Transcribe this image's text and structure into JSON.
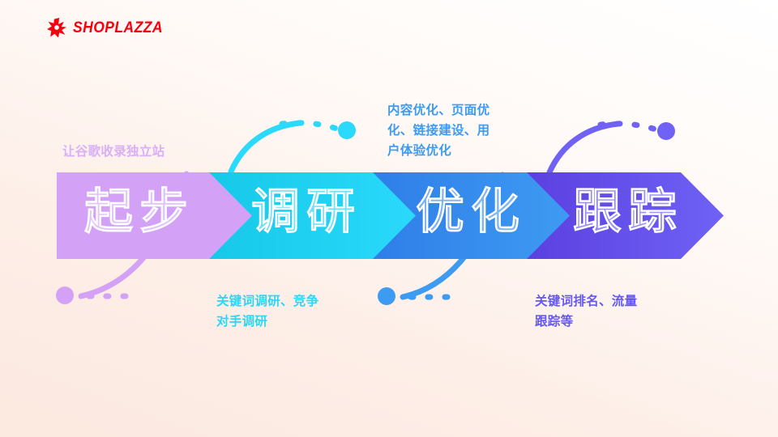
{
  "brand": {
    "name": "SHOPLAZZA",
    "mark_icon": "shoplazza-flower-icon",
    "color": "#f5000f"
  },
  "background": {
    "from": "#ffffff",
    "to": "#fce9e0"
  },
  "process": {
    "stages": [
      {
        "key": "start",
        "label": "起步",
        "note": "让谷歌收录独立站",
        "color": "#d3a2f7",
        "color_end": "#d3a2f7",
        "note_color": "#dbaef8",
        "connector": "below"
      },
      {
        "key": "research",
        "label": "调研",
        "note": "关键词调研、竞争\n对手调研",
        "color": "#16c8e8",
        "color_end": "#2ad9fb",
        "note_color": "#2ad7f7",
        "connector": "above"
      },
      {
        "key": "optimize",
        "label": "优化",
        "note": "内容优化、页面优\n化、链接建设、用\n户体验优化",
        "color": "#2f7de8",
        "color_end": "#3d9bf2",
        "note_color": "#3d9bf2",
        "connector": "below"
      },
      {
        "key": "track",
        "label": "跟踪",
        "note": "关键词排名、流量\n跟踪等",
        "color": "#5b3fe0",
        "color_end": "#6f62f5",
        "note_color": "#6559ef",
        "connector": "above"
      }
    ]
  },
  "connectors": [
    {
      "key": "start-connector",
      "color": "#d3a2f7",
      "dot_color": "#d3a2f7"
    },
    {
      "key": "research-connector",
      "color": "#2ad9fb",
      "dot_color": "#2ad9fb"
    },
    {
      "key": "optimize-connector",
      "color": "#3d9bf2",
      "dot_color": "#3d9bf2"
    },
    {
      "key": "track-connector",
      "color": "#6f62f5",
      "dot_color": "#6f62f5"
    }
  ]
}
